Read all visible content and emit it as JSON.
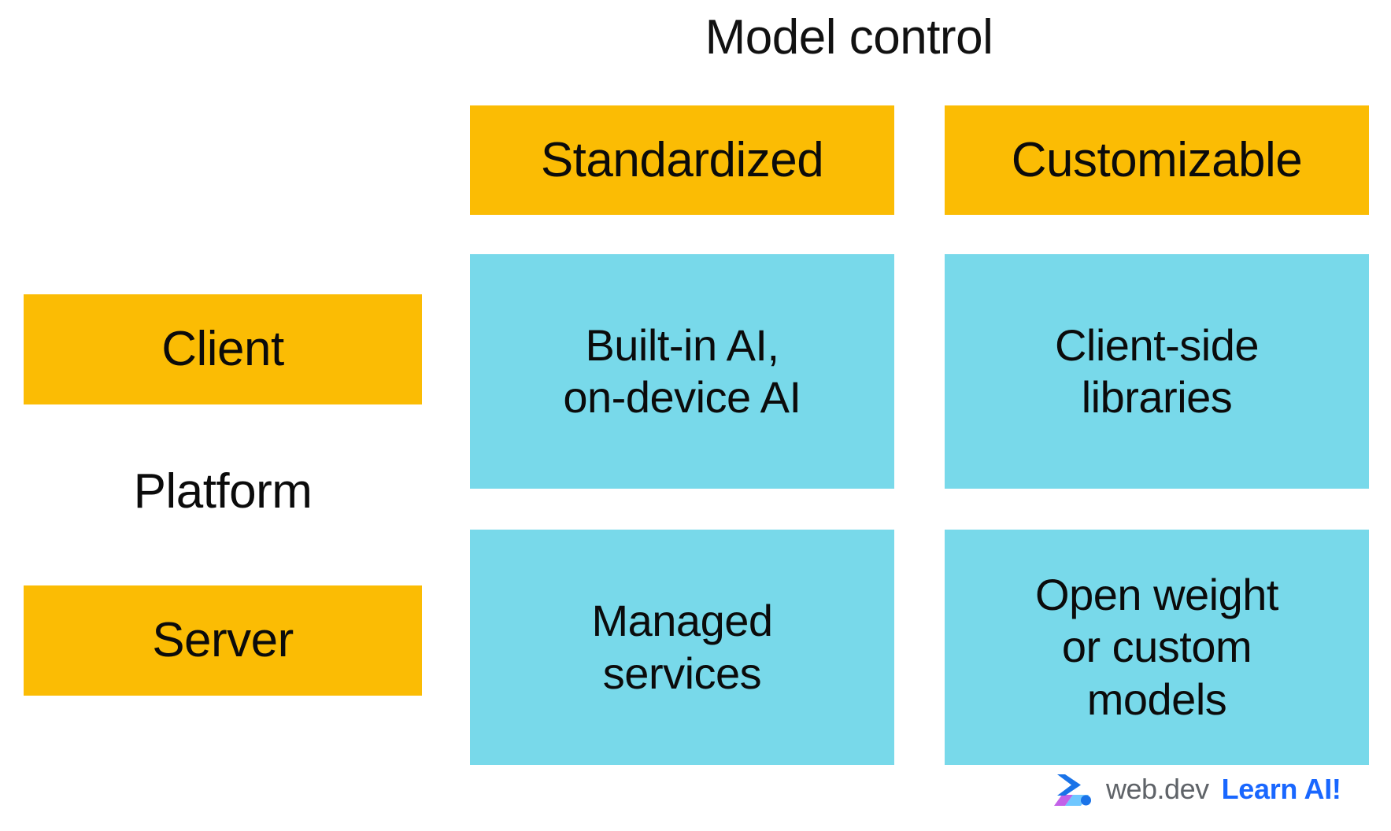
{
  "title": "Model control",
  "colors": {
    "header_yellow": "#FBBC04",
    "cell_cyan": "#78D9EA",
    "text_black": "#0b0b0b",
    "wordmark_gray": "#5F6368",
    "learn_ai_blue": "#1967FF",
    "background": "#ffffff"
  },
  "matrix": {
    "column_axis_label": "Model control",
    "row_axis_label": "Platform",
    "columns": [
      {
        "label": "Standardized"
      },
      {
        "label": "Customizable"
      }
    ],
    "rows": [
      {
        "label": "Client"
      },
      {
        "label": "Server"
      }
    ],
    "cells": [
      {
        "row": "Client",
        "column": "Standardized",
        "lines": [
          "Built-in AI,",
          "on-device AI"
        ]
      },
      {
        "row": "Client",
        "column": "Customizable",
        "lines": [
          "Client-side",
          "libraries"
        ]
      },
      {
        "row": "Server",
        "column": "Standardized",
        "lines": [
          "Managed",
          "services"
        ]
      },
      {
        "row": "Server",
        "column": "Customizable",
        "lines": [
          "Open weight",
          "or custom",
          "models"
        ]
      }
    ]
  },
  "footer": {
    "logo_icon": "webdev-chevron-logo",
    "wordmark": "web.dev",
    "tagline": "Learn AI!"
  }
}
